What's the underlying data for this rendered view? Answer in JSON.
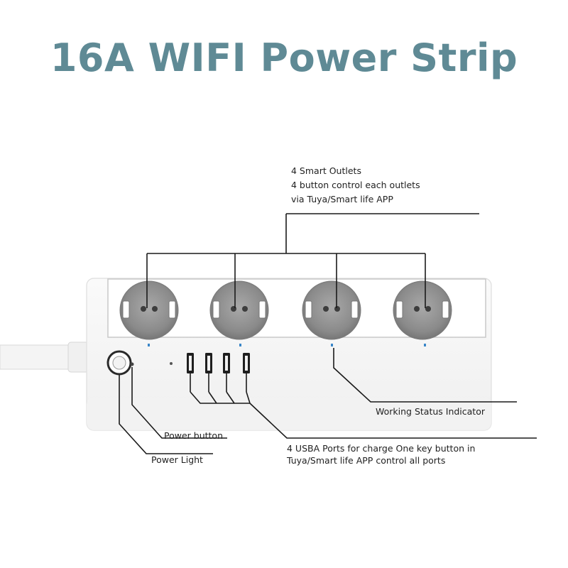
{
  "title": "16A WIFI Power Strip",
  "callouts": {
    "smart_outlets": {
      "line1": "4 Smart Outlets",
      "line2": "4 button control each outlets",
      "line3": "via Tuya/Smart life APP"
    },
    "working_status": "Working Status Indicator",
    "usb_ports": {
      "line1": "4 USBA Ports for charge One key button in",
      "line2": "Tuya/Smart life APP control all ports"
    },
    "power_button": "Power button",
    "power_light": "Power Light"
  },
  "counts": {
    "outlets": 4,
    "usb_ports": 4
  },
  "colors": {
    "title": "#5f8a95",
    "body": "#ffffff",
    "outlet": "#8f8f8f",
    "line": "#1a1a1a",
    "indicator": "#3a86c8"
  }
}
